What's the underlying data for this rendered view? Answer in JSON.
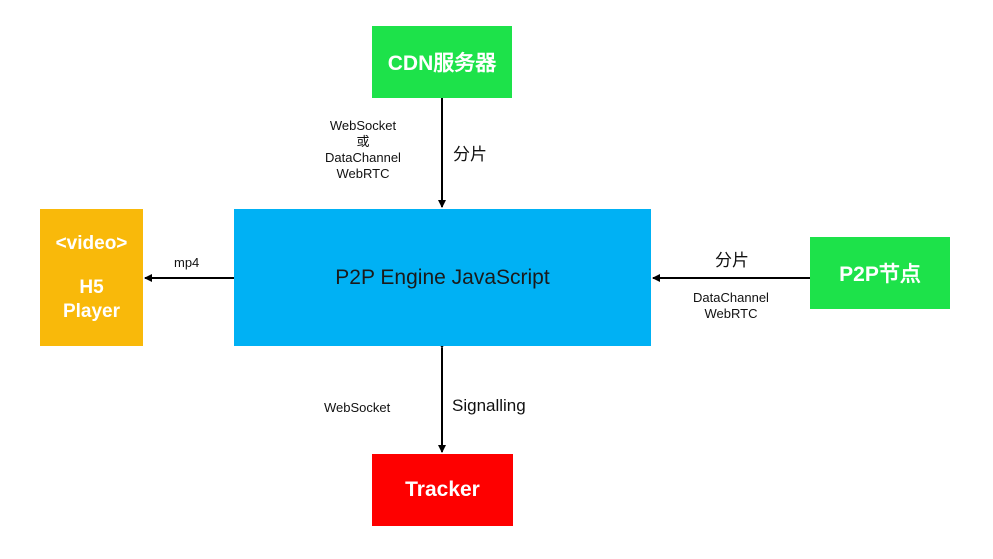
{
  "nodes": {
    "cdn": {
      "label": "CDN服务器"
    },
    "engine": {
      "label": "P2P Engine JavaScript"
    },
    "player": {
      "tag": "<video>",
      "line1": "H5",
      "line2": "Player"
    },
    "peer": {
      "label": "P2P节点"
    },
    "tracker": {
      "label": "Tracker"
    }
  },
  "edges": {
    "cdn_to_engine": {
      "protocols": [
        "WebSocket",
        "或",
        "DataChannel",
        "WebRTC"
      ],
      "payload": "分片"
    },
    "engine_to_player": {
      "payload": "mp4"
    },
    "peer_to_engine": {
      "payload": "分片",
      "protocols": [
        "DataChannel",
        "WebRTC"
      ]
    },
    "engine_tracker": {
      "protocol": "WebSocket",
      "payload": "Signalling"
    }
  },
  "colors": {
    "cdn": "#1de24a",
    "engine": "#00b1f4",
    "player": "#f9b90a",
    "peer": "#1de24a",
    "tracker": "#fe0000",
    "arrow": "#000000"
  }
}
